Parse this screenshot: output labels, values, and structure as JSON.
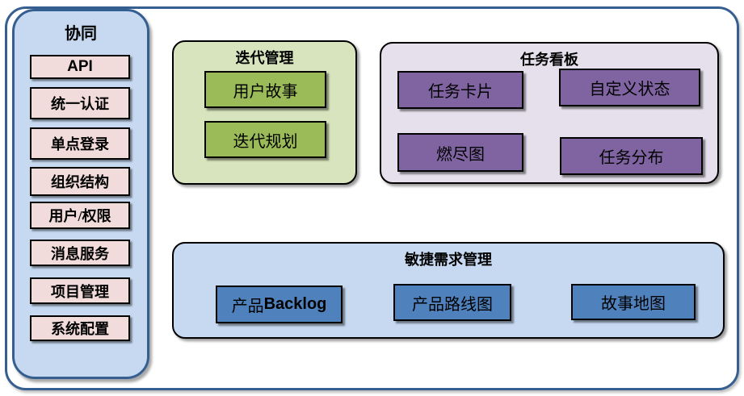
{
  "sidebar": {
    "title": "协同",
    "items": [
      {
        "label": "API"
      },
      {
        "label": "统一认证"
      },
      {
        "label": "单点登录"
      },
      {
        "label": "组织结构"
      },
      {
        "label": "用户/权限"
      },
      {
        "label": "消息服务"
      },
      {
        "label": "项目管理"
      },
      {
        "label": "系统配置"
      }
    ]
  },
  "iteration": {
    "title": "迭代管理",
    "items": [
      {
        "label": "用户故事"
      },
      {
        "label": "迭代规划"
      }
    ]
  },
  "kanban": {
    "title": "任务看板",
    "items": [
      {
        "label": "任务卡片"
      },
      {
        "label": "自定义状态"
      },
      {
        "label": "燃尽图"
      },
      {
        "label": "任务分布"
      }
    ]
  },
  "agile": {
    "title": "敏捷需求管理",
    "items": [
      {
        "label_zh": "产品",
        "label_en": "Backlog"
      },
      {
        "label": "产品路线图"
      },
      {
        "label": "故事地图"
      }
    ]
  },
  "colors": {
    "frame_border": "#365f91",
    "sidebar_fill": "#c6d9f1",
    "sidebar_item_fill": "#f2dcdb",
    "iteration_fill": "#d7e4bd",
    "iteration_item_fill": "#9bbb59",
    "kanban_fill": "#e5e0ec",
    "kanban_item_fill": "#8064a2",
    "agile_fill": "#c6d9f1",
    "agile_item_fill": "#4f81bd",
    "node_border": "#000000",
    "text": "#000000"
  }
}
